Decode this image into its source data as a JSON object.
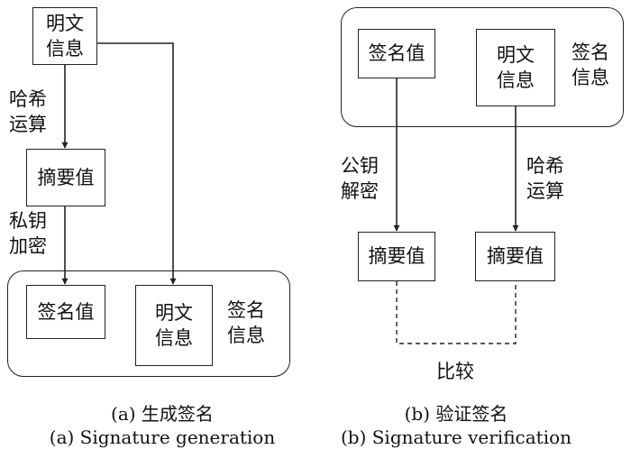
{
  "panel_a": {
    "plaintext_box": "明文\n信息",
    "hash_label": "哈希\n运算",
    "digest_box": "摘要值",
    "private_key_label": "私钥\n加密",
    "signature_box": "签名值",
    "plaintext_box_2": "明文\n信息",
    "signed_message_label": "签名\n信息",
    "caption_cn": "(a) 生成签名",
    "caption_en": "(a) Signature generation"
  },
  "panel_b": {
    "signature_box": "签名值",
    "plaintext_box": "明文\n信息",
    "signed_message_label": "签名\n信息",
    "public_key_label": "公钥\n解密",
    "hash_label": "哈希\n运算",
    "digest_box_left": "摘要值",
    "digest_box_right": "摘要值",
    "compare_label": "比较",
    "caption_cn": "(b) 验证签名",
    "caption_en": "(b) Signature verification"
  }
}
